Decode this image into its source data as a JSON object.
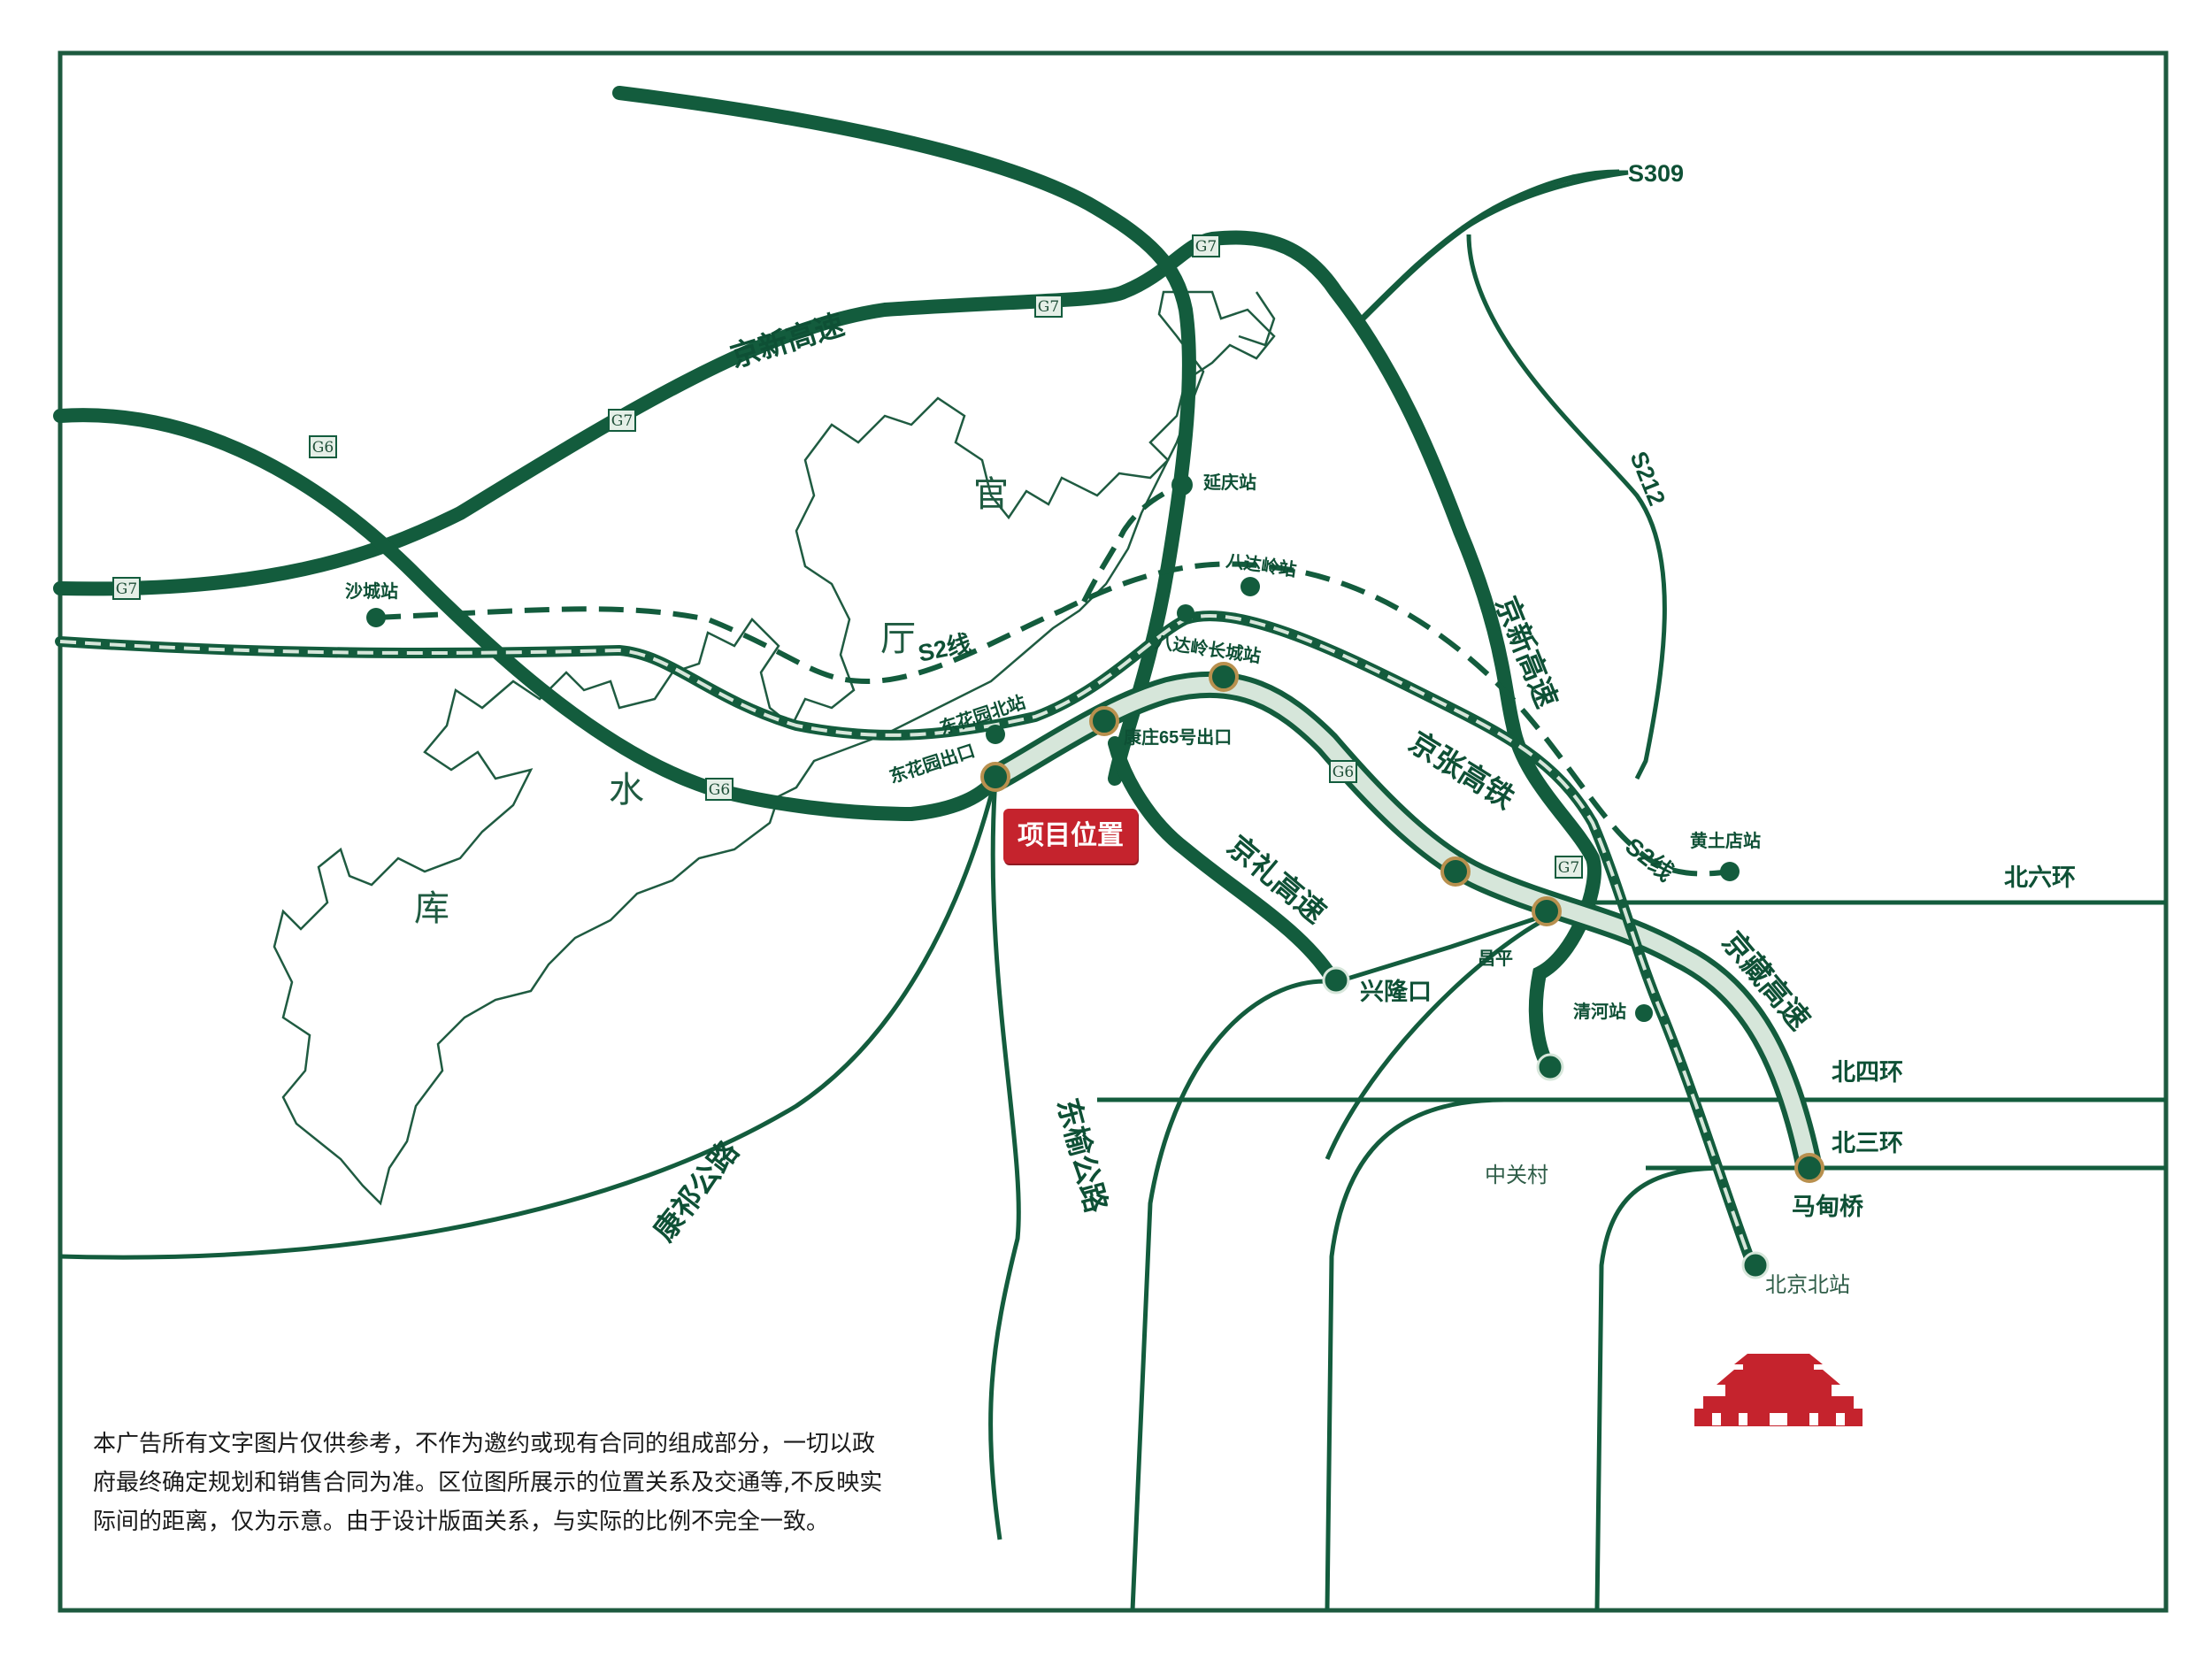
{
  "map": {
    "project_label": "项目位置",
    "reservoir": [
      "官",
      "厅",
      "水",
      "库"
    ],
    "roads": {
      "jingxin_top": "京新高速",
      "jingxin_right": "京新高速",
      "jingli": "京礼高速",
      "jingzang": "京藏高速",
      "dongyu": "东榆公路",
      "kangqi": "康祁公路"
    },
    "rail": {
      "jingzhang": "京张高铁",
      "s2_a": "S2线",
      "s2_b": "S2线"
    },
    "provincial": [
      "S309",
      "S212"
    ],
    "rings": [
      "北六环",
      "北四环",
      "北三环"
    ],
    "shields": {
      "g7": [
        "G7",
        "G7",
        "G7",
        "G7",
        "G7"
      ],
      "g6": [
        "G6",
        "G6",
        "G6"
      ]
    },
    "places": {
      "yanqing_station": "延庆站",
      "badaling_station": "八达岭站",
      "badaling_great_wall_station": "八达岭长城站",
      "shacheng_station": "沙城站",
      "donghuayuan_north_station": "东花园北站",
      "donghuayuan_exit": "东花园出口",
      "kangzhuang_exit": "康庄65号出口",
      "xinglongkou": "兴隆口",
      "changping": "昌平",
      "qinghe_station": "清河站",
      "huangtudian_station": "黄土店站",
      "madian_bridge": "马甸桥",
      "zhongguancun": "中关村",
      "beijing_north_station": "北京北站"
    },
    "colors": {
      "road": "#135c3d",
      "frame": "#1d5a3f",
      "jingzang_fill": "#d6e6da",
      "gold_ring": "#b8904e",
      "project_marker": "#c5232d"
    }
  },
  "disclaimer": [
    "本广告所有文字图片仅供参考，不作为邀约或现有合同的组成部分，一切以政",
    "府最终确定规划和销售合同为准。区位图所展示的位置关系及交通等,不反映实",
    "际间的距离，仅为示意。由于设计版面关系，与实际的比例不完全一致。"
  ]
}
